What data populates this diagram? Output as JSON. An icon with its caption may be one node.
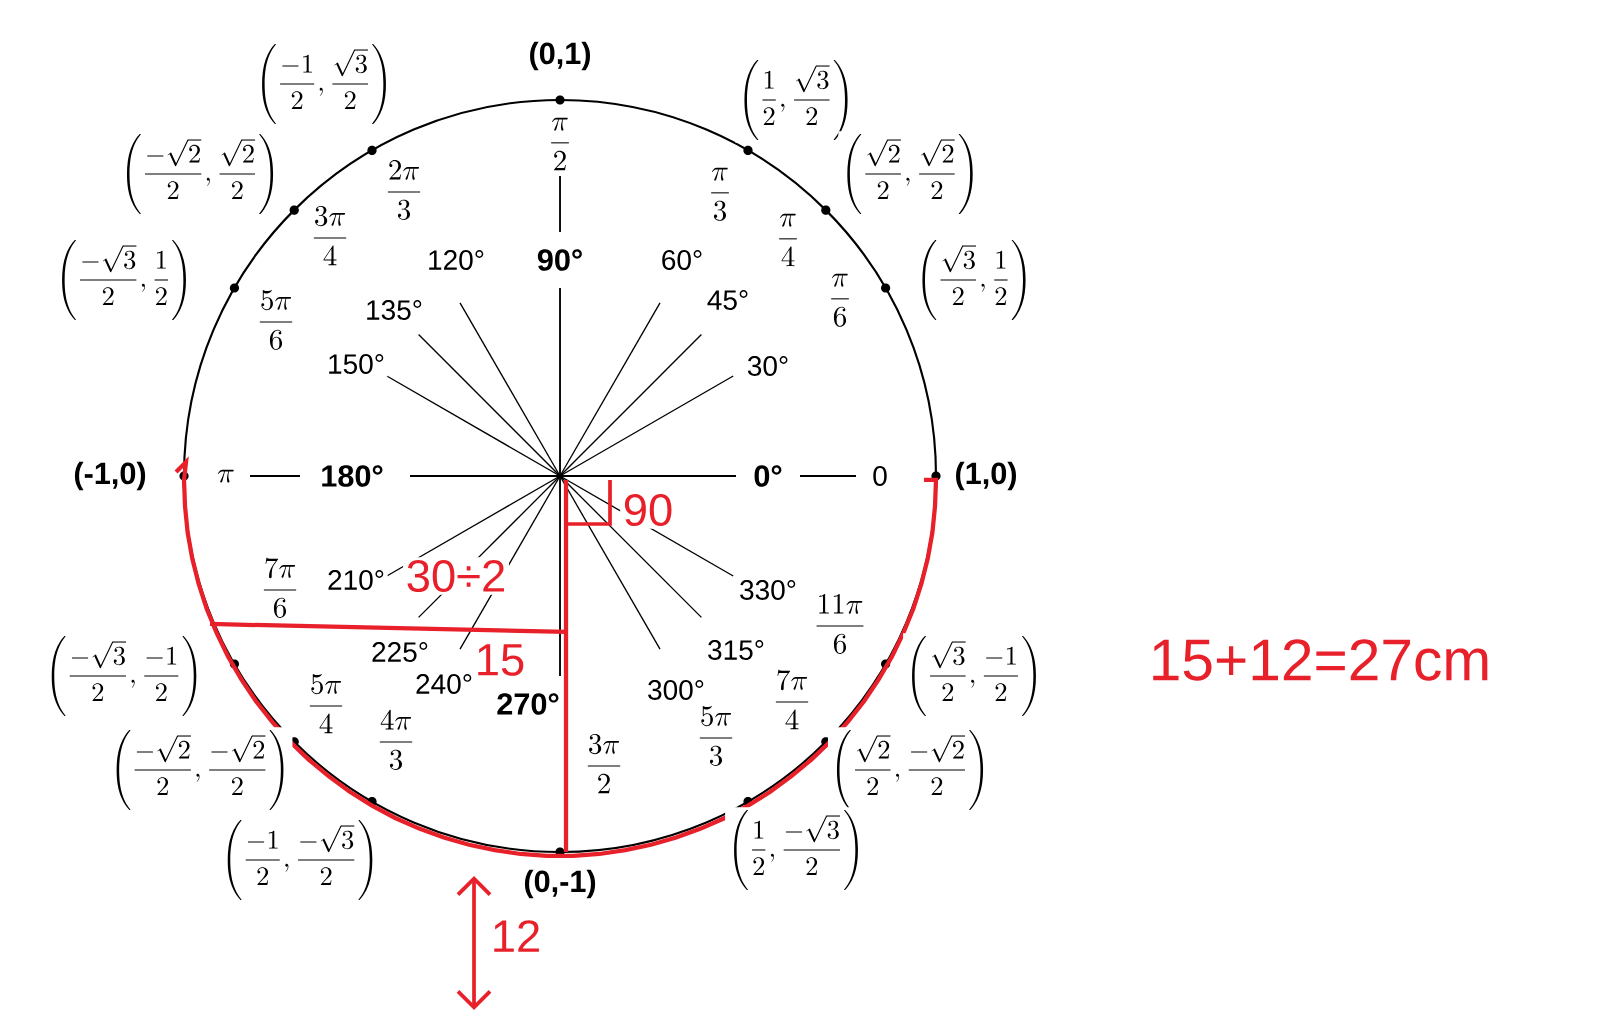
{
  "diagram": {
    "labels": [
      "(0,1)",
      "\\left(\\frac{-1}{2},\\frac{\\sqrt{3}}{2}\\right)",
      "\\left(\\frac{1}{2},\\frac{\\sqrt{3}}{2}\\right)",
      "\\frac{\\pi}{2}",
      "\\left(\\frac{-\\sqrt{2}}{2},\\frac{\\sqrt{2}}{2}\\right)",
      "\\frac{2\\pi}{3}",
      "\\frac{\\pi}{3}",
      "\\left(\\frac{\\sqrt{2}}{2},\\frac{\\sqrt{2}}{2}\\right)",
      "\\frac{3\\pi}{4}",
      "\\frac{\\pi}{4}",
      "120°",
      "90°",
      "60°",
      "\\left(\\frac{-\\sqrt{3}}{2},\\frac{1}{2}\\right)",
      "\\left(\\frac{\\sqrt{3}}{2},\\frac{1}{2}\\right)",
      "45°",
      "\\frac{\\pi}{6}",
      "135°",
      "\\frac{5\\pi}{6}",
      "150°",
      "30°",
      "(-1,0)",
      "\\pi",
      "180°",
      "0°",
      "0",
      "(1,0)",
      "90",
      "30÷2",
      "210°",
      "330°",
      "\\frac{7\\pi}{6}",
      "\\frac{11\\pi}{6}",
      "225°",
      "315°",
      "15",
      "15+12=27cm",
      "\\left(\\frac{-\\sqrt{3}}{2},\\frac{-1}{2}\\right)",
      "\\left(\\frac{\\sqrt{3}}{2},\\frac{-1}{2}\\right)",
      "240°",
      "270°",
      "300°",
      "\\frac{5\\pi}{4}",
      "\\frac{7\\pi}{4}",
      "\\frac{4\\pi}{3}",
      "\\frac{5\\pi}{3}",
      "\\frac{3\\pi}{2}",
      "\\left(\\frac{-\\sqrt{2}}{2},\\frac{-\\sqrt{2}}{2}\\right)",
      "\\left(\\frac{\\sqrt{2}}{2},\\frac{-\\sqrt{2}}{2}\\right)",
      "\\left(\\frac{-1}{2},\\frac{-\\sqrt{3}}{2}\\right)",
      "(0,-1)",
      "\\left(\\frac{1}{2},\\frac{-\\sqrt{3}}{2}\\right)",
      "12"
    ]
  }
}
